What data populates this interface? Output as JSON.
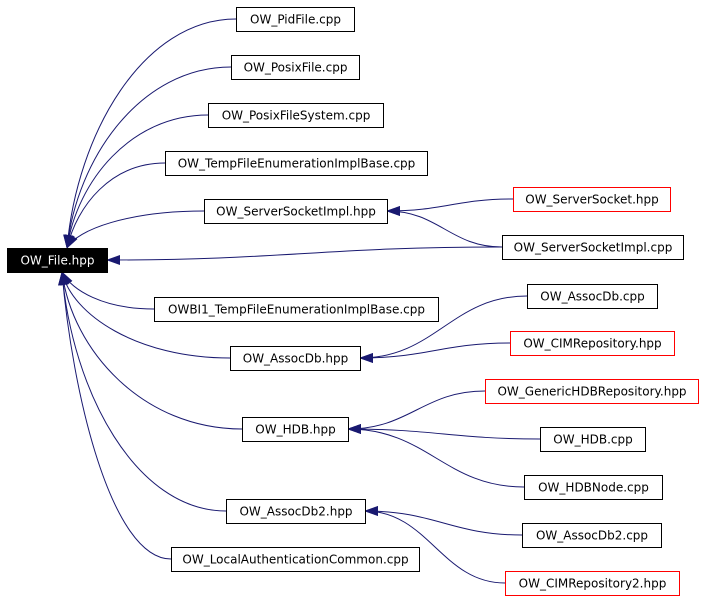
{
  "colors": {
    "root_fill": "#000000",
    "root_text": "#ffffff",
    "node_border": "#000000",
    "node_border_alt": "#ff0000",
    "node_text": "#000000",
    "edge": "#191970"
  },
  "nodes": [
    {
      "id": "root",
      "label": "OW_File.hpp",
      "style": "root"
    },
    {
      "id": "n_pidfile",
      "label": "OW_PidFile.cpp",
      "style": "normal"
    },
    {
      "id": "n_posixfile",
      "label": "OW_PosixFile.cpp",
      "style": "normal"
    },
    {
      "id": "n_posixfs",
      "label": "OW_PosixFileSystem.cpp",
      "style": "normal"
    },
    {
      "id": "n_tempenum",
      "label": "OW_TempFileEnumerationImplBase.cpp",
      "style": "normal"
    },
    {
      "id": "n_ssimpl_hpp",
      "label": "OW_ServerSocketImpl.hpp",
      "style": "normal"
    },
    {
      "id": "n_ssock_hpp",
      "label": "OW_ServerSocket.hpp",
      "style": "alt"
    },
    {
      "id": "n_ssimpl_cpp",
      "label": "OW_ServerSocketImpl.cpp",
      "style": "normal"
    },
    {
      "id": "n_owbi1",
      "label": "OWBI1_TempFileEnumerationImplBase.cpp",
      "style": "normal"
    },
    {
      "id": "n_assocdb_cpp",
      "label": "OW_AssocDb.cpp",
      "style": "normal"
    },
    {
      "id": "n_assocdb_hpp",
      "label": "OW_AssocDb.hpp",
      "style": "normal"
    },
    {
      "id": "n_cimrepo_hpp",
      "label": "OW_CIMRepository.hpp",
      "style": "alt"
    },
    {
      "id": "n_generic_hdb",
      "label": "OW_GenericHDBRepository.hpp",
      "style": "alt"
    },
    {
      "id": "n_hdb_hpp",
      "label": "OW_HDB.hpp",
      "style": "normal"
    },
    {
      "id": "n_hdb_cpp",
      "label": "OW_HDB.cpp",
      "style": "normal"
    },
    {
      "id": "n_hdbnode",
      "label": "OW_HDBNode.cpp",
      "style": "normal"
    },
    {
      "id": "n_assocdb2_hpp",
      "label": "OW_AssocDb2.hpp",
      "style": "normal"
    },
    {
      "id": "n_assocdb2_cpp",
      "label": "OW_AssocDb2.cpp",
      "style": "normal"
    },
    {
      "id": "n_localauth",
      "label": "OW_LocalAuthenticationCommon.cpp",
      "style": "normal"
    },
    {
      "id": "n_cimrepo2",
      "label": "OW_CIMRepository2.hpp",
      "style": "alt"
    }
  ],
  "edges": [
    {
      "from": "n_pidfile",
      "to": "root"
    },
    {
      "from": "n_posixfile",
      "to": "root"
    },
    {
      "from": "n_posixfs",
      "to": "root"
    },
    {
      "from": "n_tempenum",
      "to": "root"
    },
    {
      "from": "n_ssimpl_hpp",
      "to": "root"
    },
    {
      "from": "n_ssimpl_cpp",
      "to": "root"
    },
    {
      "from": "n_owbi1",
      "to": "root"
    },
    {
      "from": "n_assocdb_hpp",
      "to": "root"
    },
    {
      "from": "n_hdb_hpp",
      "to": "root"
    },
    {
      "from": "n_assocdb2_hpp",
      "to": "root"
    },
    {
      "from": "n_localauth",
      "to": "root"
    },
    {
      "from": "n_ssock_hpp",
      "to": "n_ssimpl_hpp"
    },
    {
      "from": "n_ssimpl_cpp",
      "to": "n_ssimpl_hpp"
    },
    {
      "from": "n_assocdb_cpp",
      "to": "n_assocdb_hpp"
    },
    {
      "from": "n_cimrepo_hpp",
      "to": "n_assocdb_hpp"
    },
    {
      "from": "n_generic_hdb",
      "to": "n_hdb_hpp"
    },
    {
      "from": "n_hdb_cpp",
      "to": "n_hdb_hpp"
    },
    {
      "from": "n_hdbnode",
      "to": "n_hdb_hpp"
    },
    {
      "from": "n_assocdb2_cpp",
      "to": "n_assocdb2_hpp"
    },
    {
      "from": "n_cimrepo2",
      "to": "n_assocdb2_hpp"
    }
  ]
}
